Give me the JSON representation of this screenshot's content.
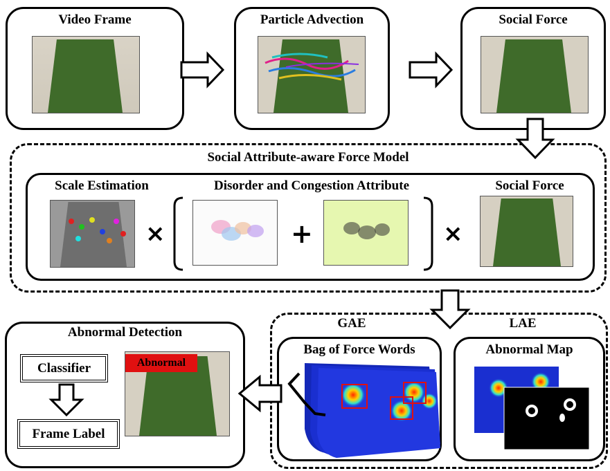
{
  "top": {
    "video_frame": "Video Frame",
    "particle_advection": "Particle Advection",
    "social_force": "Social Force"
  },
  "model": {
    "title": "Social Attribute-aware  Force Model",
    "scale_estimation": "Scale Estimation",
    "disorder_congestion": "Disorder and Congestion Attribute",
    "social_force": "Social Force",
    "times_symbol": "×",
    "plus_symbol": "+"
  },
  "bottom": {
    "abnormal_detection": "Abnormal Detection",
    "classifier": "Classifier",
    "frame_label": "Frame Label",
    "abnormal_tag": "Abnormal",
    "gae": "GAE",
    "lae": "LAE",
    "bag_of_force_words": "Bag of Force Words",
    "abnormal_map": "Abnormal Map"
  },
  "colors": {
    "grass": "#3f6b2a",
    "abnormal_tag": "#e01010",
    "heatmap_blue": "#1a2fd0",
    "heatmap_red": "#ff2a00",
    "congestion_bg": "#e6f7b0"
  }
}
